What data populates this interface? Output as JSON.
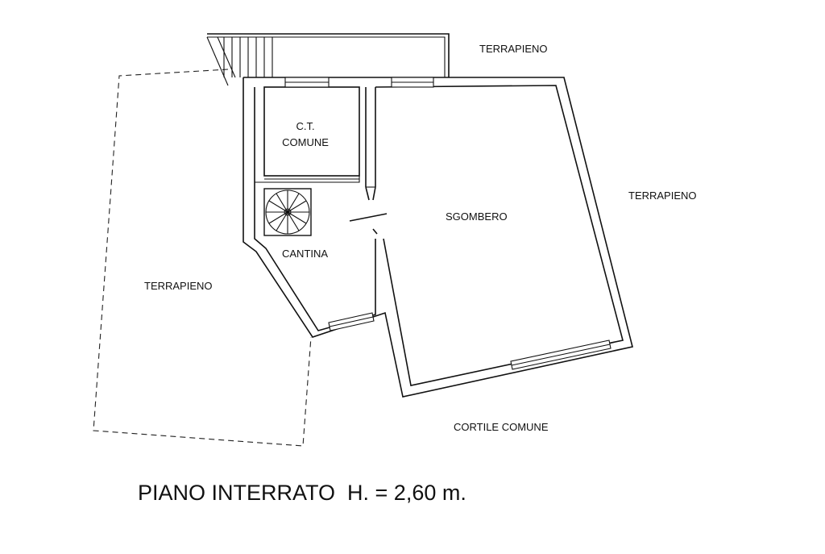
{
  "plan": {
    "title": "PIANO INTERRATO  H. = 2,60 m.",
    "labels": {
      "terrapieno_top": "TERRAPIENO",
      "terrapieno_right": "TERRAPIENO",
      "terrapieno_left": "TERRAPIENO",
      "ct_line1": "C.T.",
      "ct_line2": "COMUNE",
      "sgombero": "SGOMBERO",
      "cantina": "CANTINA",
      "cortile": "CORTILE COMUNE"
    }
  }
}
